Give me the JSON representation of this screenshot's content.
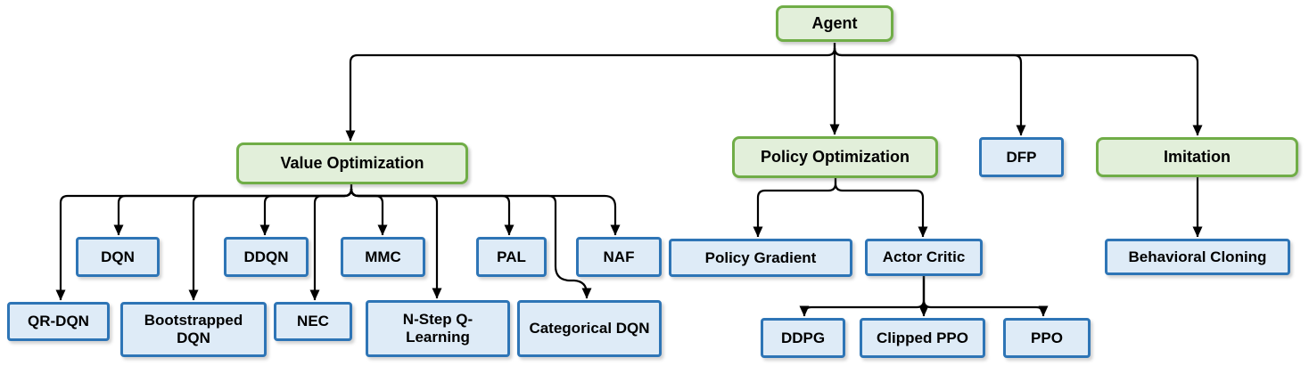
{
  "diagram": {
    "colors": {
      "category_border": "#70AD47",
      "category_fill": "#E2EFDA",
      "algorithm_border": "#2E75B6",
      "algorithm_fill": "#DEEBF7",
      "connector": "#000000"
    },
    "nodes": {
      "agent": {
        "label": "Agent",
        "kind": "category"
      },
      "value_optimization": {
        "label": "Value Optimization",
        "kind": "category"
      },
      "policy_optimization": {
        "label": "Policy Optimization",
        "kind": "category"
      },
      "dfp": {
        "label": "DFP",
        "kind": "algorithm"
      },
      "imitation": {
        "label": "Imitation",
        "kind": "category"
      },
      "dqn": {
        "label": "DQN",
        "kind": "algorithm"
      },
      "ddqn": {
        "label": "DDQN",
        "kind": "algorithm"
      },
      "mmc": {
        "label": "MMC",
        "kind": "algorithm"
      },
      "pal": {
        "label": "PAL",
        "kind": "algorithm"
      },
      "naf": {
        "label": "NAF",
        "kind": "algorithm"
      },
      "qr_dqn": {
        "label": "QR-DQN",
        "kind": "algorithm"
      },
      "bootstrapped_dqn": {
        "label": "Bootstrapped DQN",
        "kind": "algorithm"
      },
      "nec": {
        "label": "NEC",
        "kind": "algorithm"
      },
      "n_step_q_learning": {
        "label": "N-Step Q-Learning",
        "kind": "algorithm"
      },
      "categorical_dqn": {
        "label": "Categorical DQN",
        "kind": "algorithm"
      },
      "policy_gradient": {
        "label": "Policy Gradient",
        "kind": "algorithm"
      },
      "actor_critic": {
        "label": "Actor Critic",
        "kind": "algorithm"
      },
      "ddpg": {
        "label": "DDPG",
        "kind": "algorithm"
      },
      "clipped_ppo": {
        "label": "Clipped PPO",
        "kind": "algorithm"
      },
      "ppo": {
        "label": "PPO",
        "kind": "algorithm"
      },
      "behavioral_cloning": {
        "label": "Behavioral Cloning",
        "kind": "algorithm"
      }
    },
    "edges": [
      [
        "agent",
        "value_optimization"
      ],
      [
        "agent",
        "policy_optimization"
      ],
      [
        "agent",
        "dfp"
      ],
      [
        "agent",
        "imitation"
      ],
      [
        "value_optimization",
        "qr_dqn"
      ],
      [
        "value_optimization",
        "dqn"
      ],
      [
        "value_optimization",
        "bootstrapped_dqn"
      ],
      [
        "value_optimization",
        "ddqn"
      ],
      [
        "value_optimization",
        "nec"
      ],
      [
        "value_optimization",
        "mmc"
      ],
      [
        "value_optimization",
        "n_step_q_learning"
      ],
      [
        "value_optimization",
        "pal"
      ],
      [
        "value_optimization",
        "categorical_dqn"
      ],
      [
        "value_optimization",
        "naf"
      ],
      [
        "policy_optimization",
        "policy_gradient"
      ],
      [
        "policy_optimization",
        "actor_critic"
      ],
      [
        "actor_critic",
        "ddpg"
      ],
      [
        "actor_critic",
        "clipped_ppo"
      ],
      [
        "actor_critic",
        "ppo"
      ],
      [
        "imitation",
        "behavioral_cloning"
      ]
    ]
  }
}
